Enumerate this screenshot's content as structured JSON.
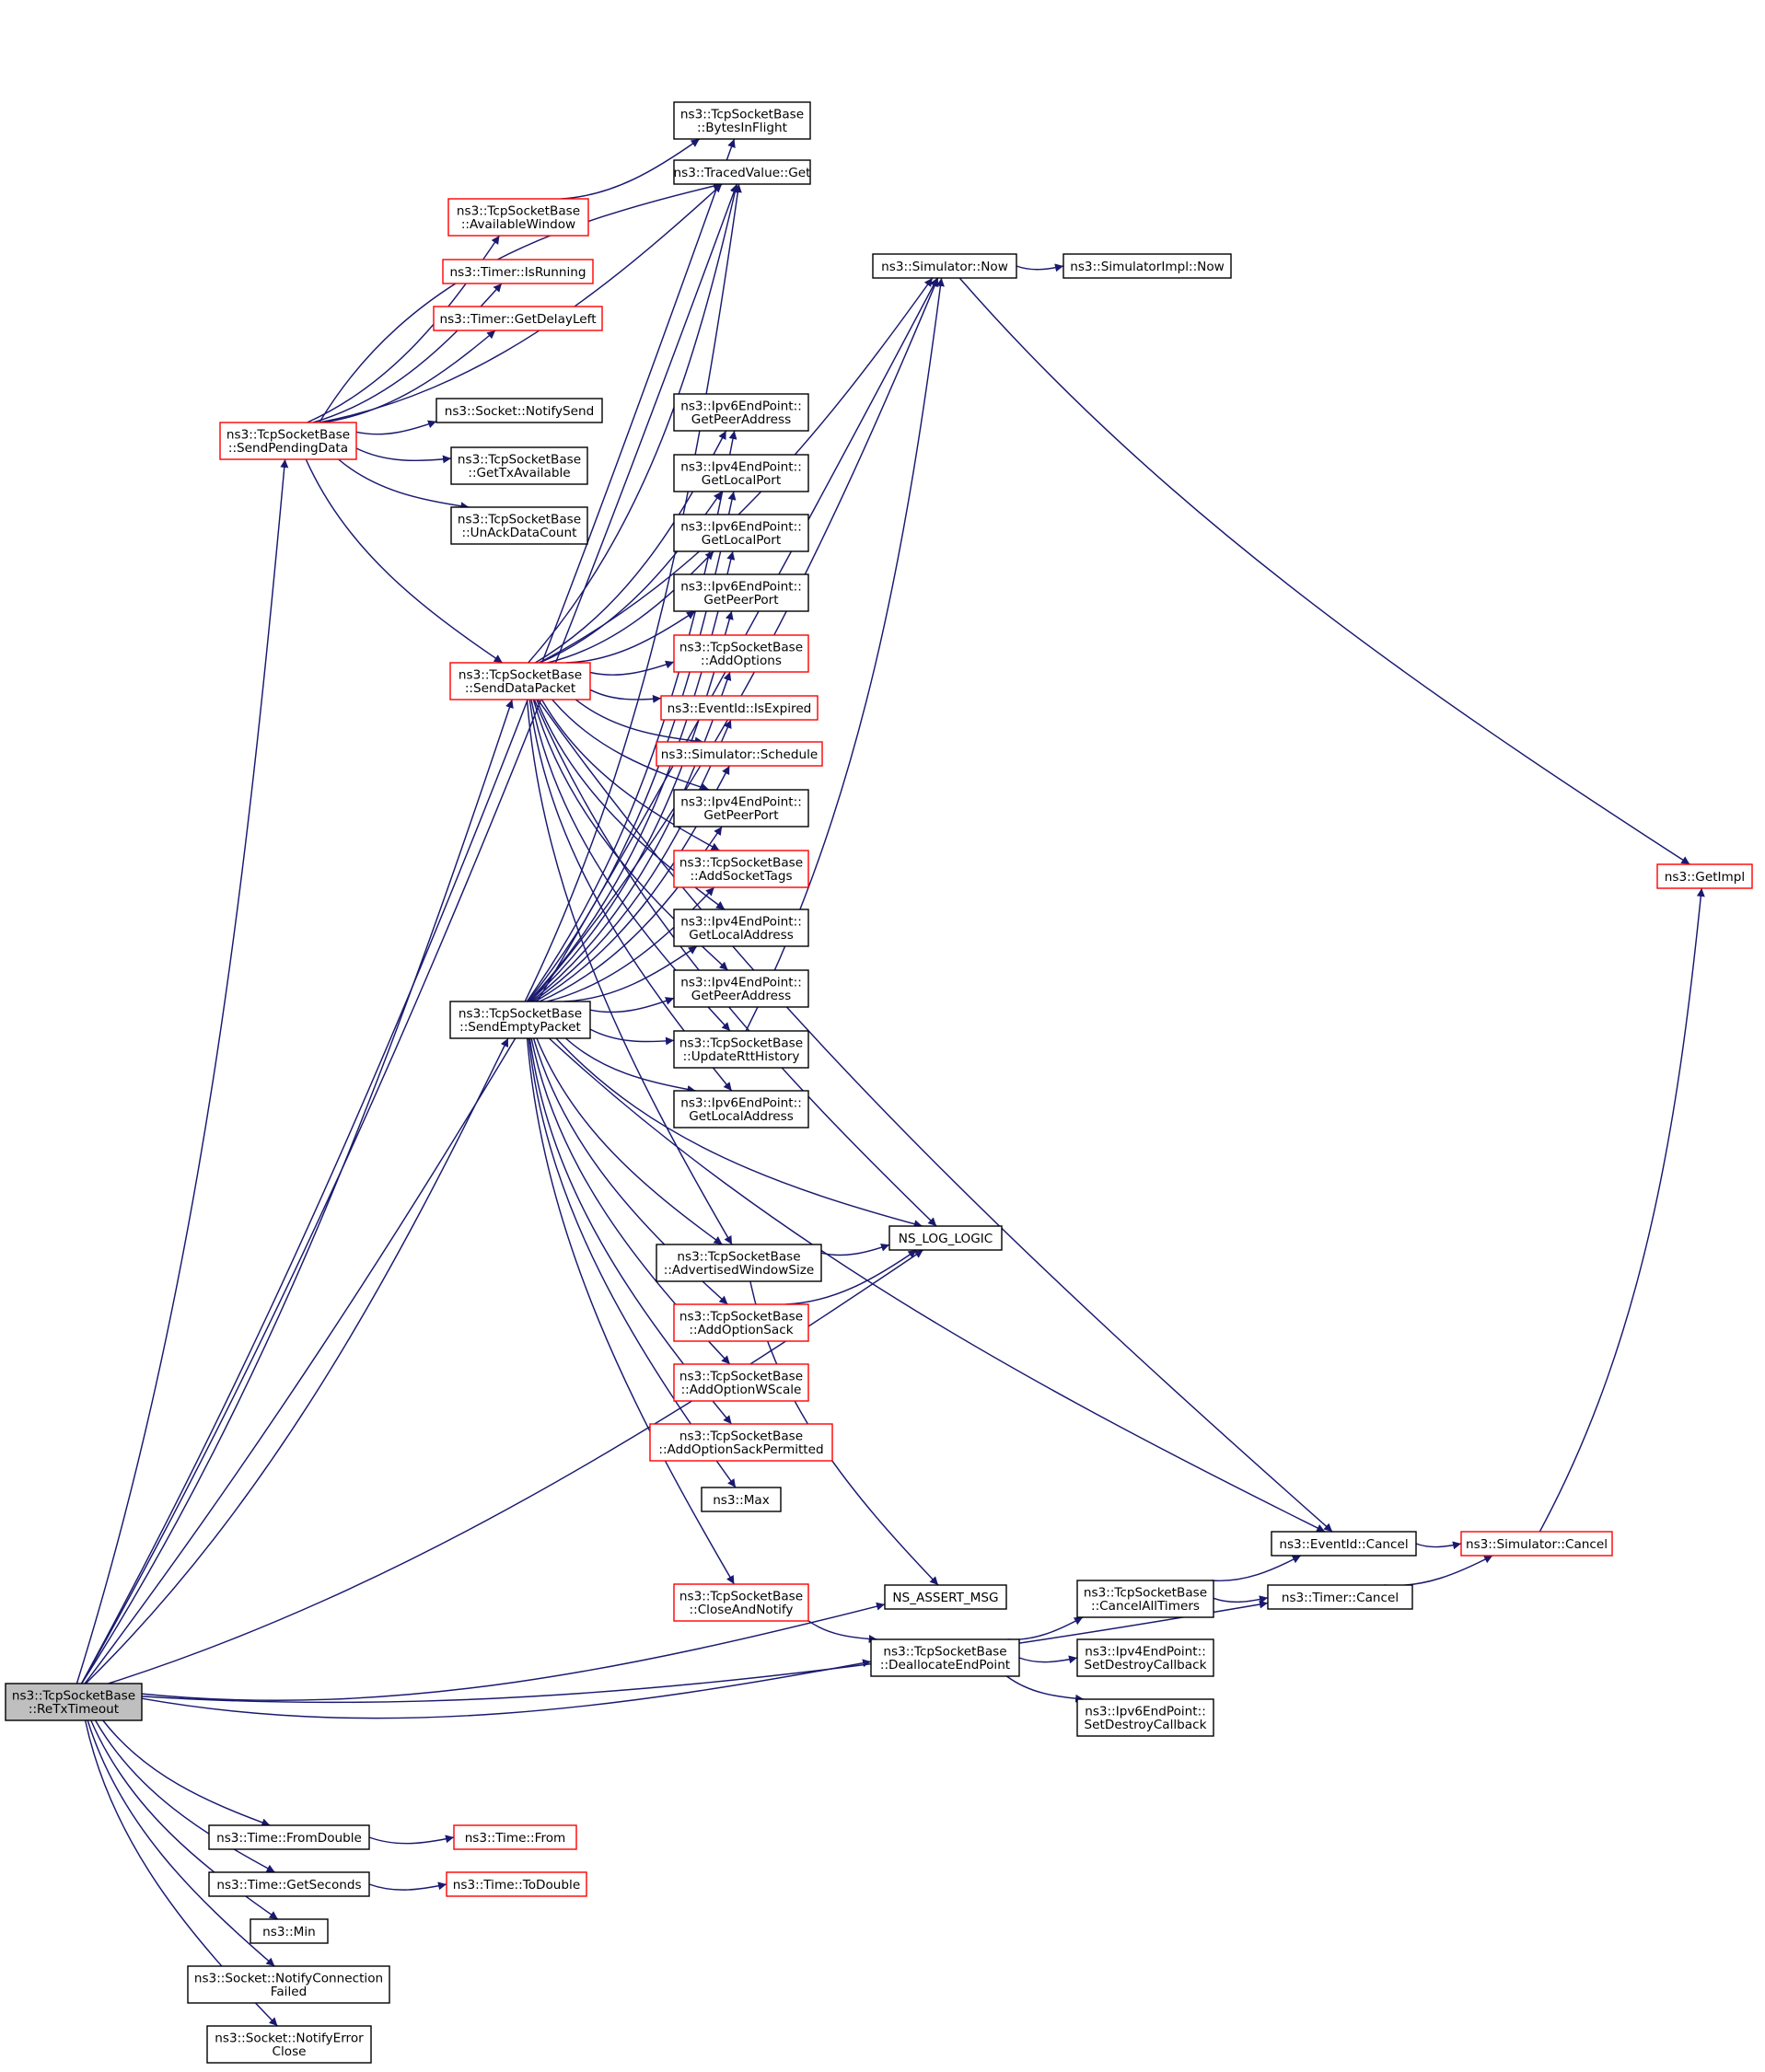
{
  "nodes": {
    "retx": [
      "ns3::TcpSocketBase",
      "::ReTxTimeout"
    ],
    "bytesinflight": [
      "ns3::TcpSocketBase",
      "::BytesInFlight"
    ],
    "tracedget": [
      "ns3::TracedValue::Get"
    ],
    "availwin": [
      "ns3::TcpSocketBase",
      "::AvailableWindow"
    ],
    "simnow": [
      "ns3::Simulator::Now"
    ],
    "simimplnow": [
      "ns3::SimulatorImpl::Now"
    ],
    "isrunning": [
      "ns3::Timer::IsRunning"
    ],
    "getdelayleft": [
      "ns3::Timer::GetDelayLeft"
    ],
    "sendpending": [
      "ns3::TcpSocketBase",
      "::SendPendingData"
    ],
    "notifysend": [
      "ns3::Socket::NotifySend"
    ],
    "gettxavail": [
      "ns3::TcpSocketBase",
      "::GetTxAvailable"
    ],
    "unackdata": [
      "ns3::TcpSocketBase",
      "::UnAckDataCount"
    ],
    "v6peeraddr": [
      "ns3::Ipv6EndPoint::",
      "GetPeerAddress"
    ],
    "v4localport": [
      "ns3::Ipv4EndPoint::",
      "GetLocalPort"
    ],
    "v6localport": [
      "ns3::Ipv6EndPoint::",
      "GetLocalPort"
    ],
    "v6peerport": [
      "ns3::Ipv6EndPoint::",
      "GetPeerPort"
    ],
    "addoptions": [
      "ns3::TcpSocketBase",
      "::AddOptions"
    ],
    "senddata": [
      "ns3::TcpSocketBase",
      "::SendDataPacket"
    ],
    "isexpired": [
      "ns3::EventId::IsExpired"
    ],
    "schedule": [
      "ns3::Simulator::Schedule"
    ],
    "v4peerport": [
      "ns3::Ipv4EndPoint::",
      "GetPeerPort"
    ],
    "addsockettags": [
      "ns3::TcpSocketBase",
      "::AddSocketTags"
    ],
    "v4localaddr": [
      "ns3::Ipv4EndPoint::",
      "GetLocalAddress"
    ],
    "v4peeraddr": [
      "ns3::Ipv4EndPoint::",
      "GetPeerAddress"
    ],
    "sendempty": [
      "ns3::TcpSocketBase",
      "::SendEmptyPacket"
    ],
    "updatertt": [
      "ns3::TcpSocketBase",
      "::UpdateRttHistory"
    ],
    "v6localaddr": [
      "ns3::Ipv6EndPoint::",
      "GetLocalAddress"
    ],
    "getimpl": [
      "ns3::GetImpl"
    ],
    "nslog": [
      "NS_LOG_LOGIC"
    ],
    "advwin": [
      "ns3::TcpSocketBase",
      "::AdvertisedWindowSize"
    ],
    "addoptsack": [
      "ns3::TcpSocketBase",
      "::AddOptionSack"
    ],
    "addoptwscale": [
      "ns3::TcpSocketBase",
      "::AddOptionWScale"
    ],
    "addoptsackperm": [
      "ns3::TcpSocketBase",
      "::AddOptionSackPermitted"
    ],
    "max": [
      "ns3::Max"
    ],
    "eventcancel": [
      "ns3::EventId::Cancel"
    ],
    "simcancel": [
      "ns3::Simulator::Cancel"
    ],
    "closenotify": [
      "ns3::TcpSocketBase",
      "::CloseAndNotify"
    ],
    "nsassert": [
      "NS_ASSERT_MSG"
    ],
    "cancelall": [
      "ns3::TcpSocketBase",
      "::CancelAllTimers"
    ],
    "timercancel": [
      "ns3::Timer::Cancel"
    ],
    "dealloc": [
      "ns3::TcpSocketBase",
      "::DeallocateEndPoint"
    ],
    "v4destroy": [
      "ns3::Ipv4EndPoint::",
      "SetDestroyCallback"
    ],
    "v6destroy": [
      "ns3::Ipv6EndPoint::",
      "SetDestroyCallback"
    ],
    "fromdouble": [
      "ns3::Time::FromDouble"
    ],
    "timefrom": [
      "ns3::Time::From"
    ],
    "getseconds": [
      "ns3::Time::GetSeconds"
    ],
    "todouble": [
      "ns3::Time::ToDouble"
    ],
    "min": [
      "ns3::Min"
    ],
    "notifyconnfailed": [
      "ns3::Socket::NotifyConnection",
      "Failed"
    ],
    "notifyerrorclose": [
      "ns3::Socket::NotifyError",
      "Close"
    ]
  },
  "colors": {
    "edge": "#191970",
    "normal_border": "#000000",
    "incomplete_border": "#ff0000",
    "root_fill": "#bfbfbf"
  },
  "incomplete_nodes": [
    "availwin",
    "isrunning",
    "getdelayleft",
    "sendpending",
    "addoptions",
    "senddata",
    "isexpired",
    "schedule",
    "addsockettags",
    "getimpl",
    "addoptsack",
    "addoptwscale",
    "addoptsackperm",
    "simcancel",
    "closenotify",
    "timefrom",
    "todouble"
  ],
  "edges": [
    [
      "retx",
      "bytesinflight"
    ],
    [
      "retx",
      "tracedget"
    ],
    [
      "retx",
      "simnow"
    ],
    [
      "retx",
      "sendpending"
    ],
    [
      "retx",
      "senddata"
    ],
    [
      "retx",
      "sendempty"
    ],
    [
      "retx",
      "nslog"
    ],
    [
      "retx",
      "nsassert"
    ],
    [
      "retx",
      "dealloc"
    ],
    [
      "retx",
      "timercancel"
    ],
    [
      "retx",
      "fromdouble"
    ],
    [
      "retx",
      "getseconds"
    ],
    [
      "retx",
      "min"
    ],
    [
      "retx",
      "notifyconnfailed"
    ],
    [
      "retx",
      "notifyerrorclose"
    ],
    [
      "availwin",
      "bytesinflight"
    ],
    [
      "simnow",
      "simimplnow"
    ],
    [
      "simnow",
      "getimpl"
    ],
    [
      "sendpending",
      "availwin"
    ],
    [
      "sendpending",
      "isrunning"
    ],
    [
      "sendpending",
      "getdelayleft"
    ],
    [
      "sendpending",
      "tracedget"
    ],
    [
      "sendpending",
      "notifysend"
    ],
    [
      "sendpending",
      "gettxavail"
    ],
    [
      "sendpending",
      "unackdata"
    ],
    [
      "sendpending",
      "senddata"
    ],
    [
      "sendpending",
      "tracedget"
    ],
    [
      "senddata",
      "tracedget"
    ],
    [
      "senddata",
      "simnow"
    ],
    [
      "senddata",
      "v6peeraddr"
    ],
    [
      "senddata",
      "v4localport"
    ],
    [
      "senddata",
      "v6localport"
    ],
    [
      "senddata",
      "v6peerport"
    ],
    [
      "senddata",
      "addoptions"
    ],
    [
      "senddata",
      "isexpired"
    ],
    [
      "senddata",
      "schedule"
    ],
    [
      "senddata",
      "v4peerport"
    ],
    [
      "senddata",
      "addsockettags"
    ],
    [
      "senddata",
      "v4localaddr"
    ],
    [
      "senddata",
      "v4peeraddr"
    ],
    [
      "senddata",
      "updatertt"
    ],
    [
      "senddata",
      "v6localaddr"
    ],
    [
      "senddata",
      "nslog"
    ],
    [
      "senddata",
      "advwin"
    ],
    [
      "senddata",
      "eventcancel"
    ],
    [
      "sendempty",
      "tracedget"
    ],
    [
      "sendempty",
      "simnow"
    ],
    [
      "sendempty",
      "v6peeraddr"
    ],
    [
      "sendempty",
      "v4localport"
    ],
    [
      "sendempty",
      "v6localport"
    ],
    [
      "sendempty",
      "v6peerport"
    ],
    [
      "sendempty",
      "addoptions"
    ],
    [
      "sendempty",
      "isexpired"
    ],
    [
      "sendempty",
      "schedule"
    ],
    [
      "sendempty",
      "v4peerport"
    ],
    [
      "sendempty",
      "addsockettags"
    ],
    [
      "sendempty",
      "v4localaddr"
    ],
    [
      "sendempty",
      "v4peeraddr"
    ],
    [
      "sendempty",
      "updatertt"
    ],
    [
      "sendempty",
      "v6localaddr"
    ],
    [
      "sendempty",
      "nslog"
    ],
    [
      "sendempty",
      "advwin"
    ],
    [
      "sendempty",
      "addoptsack"
    ],
    [
      "sendempty",
      "addoptwscale"
    ],
    [
      "sendempty",
      "addoptsackperm"
    ],
    [
      "sendempty",
      "max"
    ],
    [
      "sendempty",
      "eventcancel"
    ],
    [
      "sendempty",
      "closenotify"
    ],
    [
      "updatertt",
      "simnow"
    ],
    [
      "advwin",
      "nslog"
    ],
    [
      "advwin",
      "nsassert"
    ],
    [
      "addoptsack",
      "nslog"
    ],
    [
      "closenotify",
      "dealloc"
    ],
    [
      "eventcancel",
      "simcancel"
    ],
    [
      "simcancel",
      "getimpl"
    ],
    [
      "dealloc",
      "cancelall"
    ],
    [
      "dealloc",
      "v4destroy"
    ],
    [
      "dealloc",
      "v6destroy"
    ],
    [
      "cancelall",
      "eventcancel"
    ],
    [
      "cancelall",
      "timercancel"
    ],
    [
      "timercancel",
      "simcancel"
    ],
    [
      "fromdouble",
      "timefrom"
    ],
    [
      "getseconds",
      "todouble"
    ]
  ]
}
